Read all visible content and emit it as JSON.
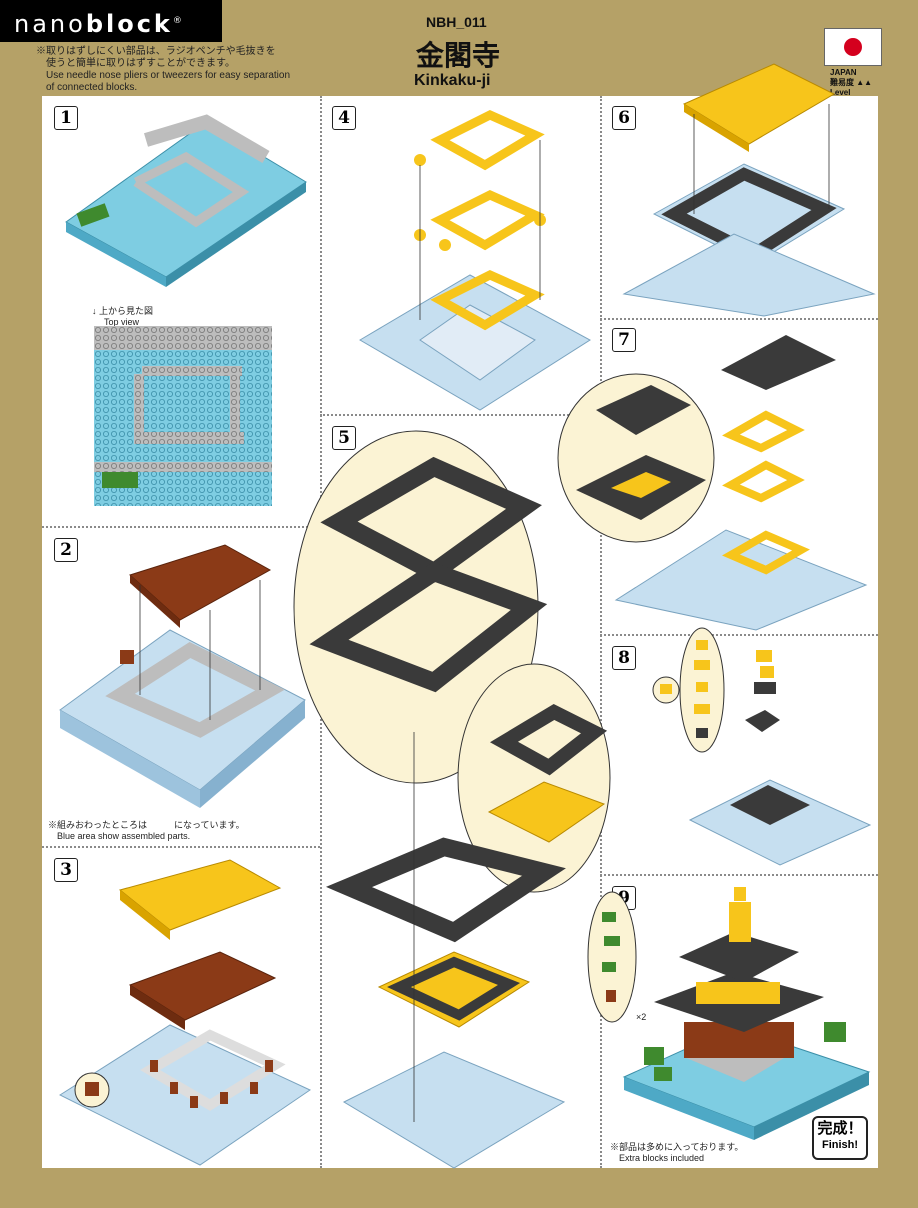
{
  "header": {
    "brand_light": "nano",
    "brand_bold": "block",
    "brand_mark": "®",
    "note": "※取りはずしにくい部品は、ラジオペンチや毛抜きを\n　使うと簡単に取りはずすことができます。\n　Use needle nose pliers or tweezers for easy separation\n　of connected blocks.",
    "code": "NBH_011",
    "title_jp": "金閣寺",
    "title_en": "Kinkaku-ji",
    "country": "JAPAN",
    "level_label": "難易度",
    "level_sub": "Level"
  },
  "steps": [
    "1",
    "2",
    "3",
    "4",
    "5",
    "6",
    "7",
    "8",
    "9"
  ],
  "step1": {
    "top_view_jp": "↓ 上から見た図",
    "top_view_en": "Top view"
  },
  "blue_note": "※組みおわったところは　　　になっています。\n　Blue area show assembled parts.",
  "step9": {
    "times": "×2",
    "extra_note": "※部品は多めに入っております。\n　Extra blocks included"
  },
  "finish": {
    "jp": "完成！",
    "en": "Finish!"
  },
  "colors": {
    "page_bg": "#b5a167",
    "water": "#7ecde2",
    "base_light_blue": "#c6dff0",
    "gray": "#bdbdbd",
    "gold": "#f7c51b",
    "black_roof": "#3a3a3a",
    "brown": "#8b3a17",
    "green": "#3f8a2e",
    "callout": "#fbf3d4"
  }
}
